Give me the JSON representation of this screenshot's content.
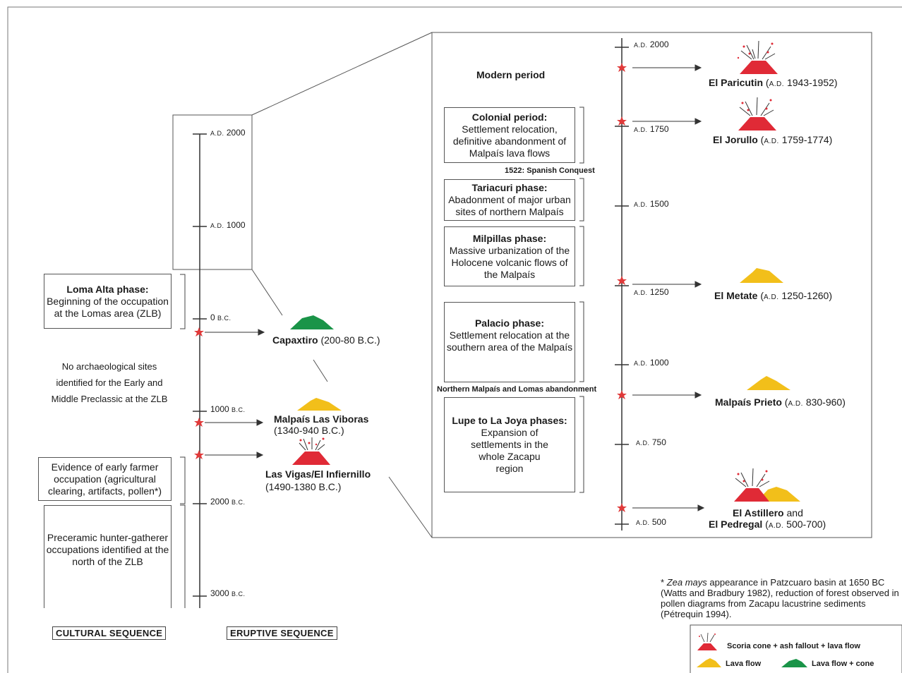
{
  "left_timeline": {
    "labels": {
      "ad2000_a": "A.D.",
      "ad2000_b": "2000",
      "ad1000_a": "A.D.",
      "ad1000_b": "1000",
      "bc0_a": "0",
      "bc0_b": "B.C.",
      "bc1000_a": "1000",
      "bc1000_b": "B.C.",
      "bc2000_a": "2000",
      "bc2000_b": "B.C.",
      "bc3000_a": "3000",
      "bc3000_b": "B.C."
    }
  },
  "cultural": {
    "loma_alta_title": "Loma Alta phase:",
    "loma_alta_text": "Beginning of the occupation at the Lomas area (ZLB)",
    "no_sites_text": "No archaeological sites identified for the Early and Middle Preclassic at the ZLB",
    "early_farmer_text": "Evidence of early farmer occupation (agricultural clearing, artifacts, pollen*)",
    "preceramic_text": "Preceramic hunter-gatherer occupations identified at the north of the ZLB"
  },
  "left_volcanoes": {
    "capaxtiro_name": "Capaxtiro",
    "capaxtiro_date": "(200-80 B.C.)",
    "viboras_name": "Malpaís Las Viboras",
    "viboras_date": "(1340-940 B.C.)",
    "vigas_name": "Las Vigas/El Infiernillo",
    "vigas_date": "(1490-1380 B.C.)"
  },
  "right_timeline": {
    "labels": {
      "ad2000_a": "A.D.",
      "ad2000_b": "2000",
      "ad1750_a": "A.D.",
      "ad1750_b": "1750",
      "ad1500_a": "A.D.",
      "ad1500_b": "1500",
      "ad1250_a": "A.D.",
      "ad1250_b": "1250",
      "ad1000_a": "A.D.",
      "ad1000_b": "1000",
      "ad750_a": "A.D.",
      "ad750_b": "750",
      "ad500_a": "A.D.",
      "ad500_b": "500"
    }
  },
  "phases": {
    "modern": "Modern period",
    "colonial_title": "Colonial period:",
    "colonial_text": "Settlement relocation, definitive abandonment of Malpaís lava flows",
    "conquest": "1522: Spanish Conquest",
    "tariacuri_title": "Tariacuri phase:",
    "tariacuri_text": "Abadonment of major urban sites of northern Malpaís",
    "milpillas_title": "Milpillas phase:",
    "milpillas_text": "Massive urbanization of the Holocene volcanic flows of the Malpaís",
    "palacio_title": "Palacio phase:",
    "palacio_text": "Settlement relocation at the southern area of the Malpaís",
    "northern_abandon": "Northern Malpaís and Lomas abandonment",
    "lupe_title": "Lupe to La Joya phases:",
    "lupe_text": "Expansion of settlements in the whole Zacapu region"
  },
  "right_volcanoes": {
    "paricutin_name": "El Paricutin",
    "paricutin_ad": "A.D.",
    "paricutin_date": "1943-1952)",
    "jorullo_name": "El Jorullo",
    "jorullo_ad": "A.D.",
    "jorullo_date": "1759-1774)",
    "metate_name": "El Metate",
    "metate_ad": "A.D.",
    "metate_date": "1250-1260)",
    "prieto_name": "Malpaís Prieto",
    "prieto_ad": "A.D.",
    "prieto_date": "830-960)",
    "astillero_name": "El Astillero",
    "astillero_and": "and",
    "pedregal_name": "El Pedregal",
    "pedregal_ad": "A.D.",
    "pedregal_date": "500-700)"
  },
  "sequence_tags": {
    "cultural": "CULTURAL SEQUENCE",
    "eruptive": "ERUPTIVE SEQUENCE"
  },
  "footnote": {
    "star": "*",
    "species": "Zea mays",
    "text": "appearance in Patzcuaro basin at 1650 BC (Watts and Bradbury 1982), reduction of forest observed in pollen diagrams from Zacapu lacustrine sediments (Pétrequin 1994)."
  },
  "legend": {
    "scoria": "Scoria cone + ash fallout + lava flow",
    "lava": "Lava flow",
    "lava_cone": "Lava flow + cone"
  },
  "colors": {
    "scoria_red": "#e02a36",
    "lava_yellow": "#f2bf1a",
    "cone_green": "#1a9448",
    "star_red": "#e03a3a",
    "line": "#333333"
  }
}
